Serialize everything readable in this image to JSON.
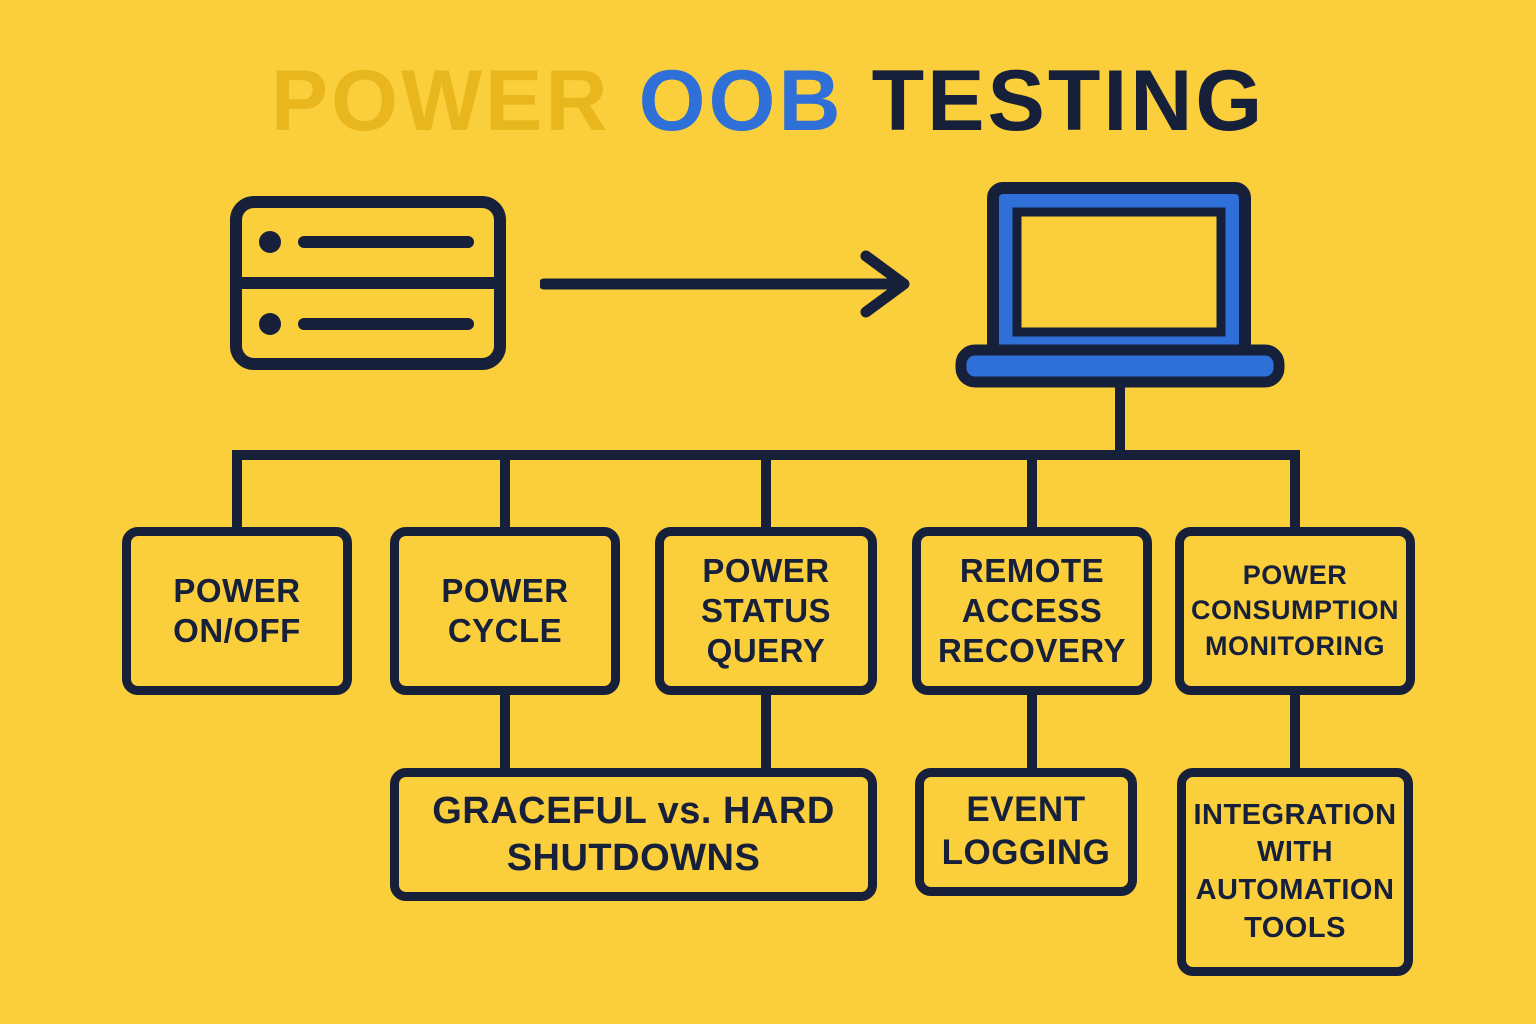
{
  "title": {
    "words": [
      {
        "text": "POWER",
        "color": "#E8B71E"
      },
      {
        "text": "OOB",
        "color": "#2E6FD8"
      },
      {
        "text": "TESTING",
        "color": "#16203A"
      }
    ]
  },
  "icons": {
    "server": "server-icon",
    "arrow": "arrow-right-icon",
    "laptop": "laptop-icon"
  },
  "colors": {
    "background": "#FBCE3C",
    "dark": "#16203A",
    "blue": "#2E6FD8",
    "gold": "#E8B71E"
  },
  "level1": [
    {
      "id": "power-on-off",
      "label": "POWER\nON/OFF"
    },
    {
      "id": "power-cycle",
      "label": "POWER\nCYCLE"
    },
    {
      "id": "power-status-query",
      "label": "POWER\nSTATUS\nQUERY"
    },
    {
      "id": "remote-access-recovery",
      "label": "REMOTE\nACCESS\nRECOVERY"
    },
    {
      "id": "power-consumption-monitoring",
      "label": "POWER\nCONSUMPTION\nMONITORING"
    }
  ],
  "level2": [
    {
      "id": "graceful-vs-hard-shutdowns",
      "label": "GRACEFUL vs. HARD\nSHUTDOWNS"
    },
    {
      "id": "event-logging",
      "label": "EVENT\nLOGGING"
    },
    {
      "id": "integration-with-automation-tools",
      "label": "INTEGRATION\nWITH\nAUTOMATION\nTOOLS"
    }
  ]
}
